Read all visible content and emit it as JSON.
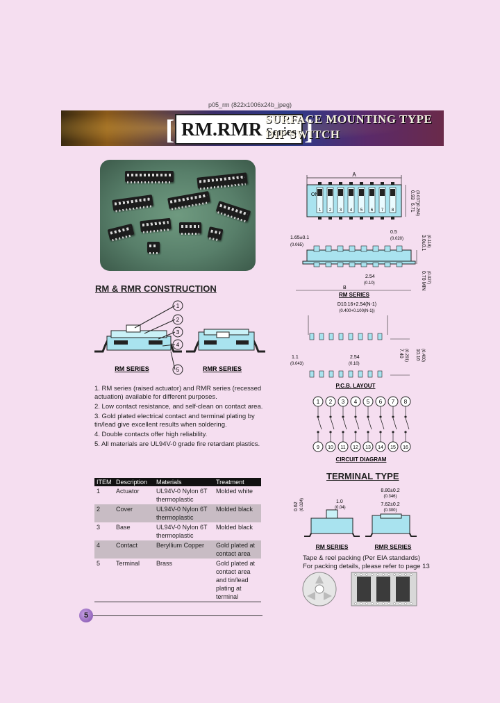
{
  "caption": "p05_rm (822x1006x24b_jpeg)",
  "banner": {
    "series_main": "RM.RMR",
    "series_sub": "Series",
    "title_line1": "SURFACE MOUNTING TYPE",
    "title_line2": "DIP SWITCH"
  },
  "construction": {
    "heading": "RM & RMR CONSTRUCTION",
    "label_rm": "RM SERIES",
    "label_rmr": "RMR SERIES",
    "callouts": [
      "1",
      "2",
      "3",
      "4",
      "5"
    ]
  },
  "features": [
    "1. RM series (raised actuator) and RMR series (recessed actuation) available for different purposes.",
    "2. Low contact resistance, and self-clean on contact area.",
    "3. Gold plated electrical contact and terminal plating by tin/lead give excellent results when soldering.",
    "4. Double contacts offer high reliability.",
    "5. All materials are UL94V-0 grade fire retardant plastics."
  ],
  "spec_table": {
    "headers": [
      "ITEM",
      "Description",
      "Materials",
      "Treatment"
    ],
    "rows": [
      [
        "1",
        "Actuator",
        "UL94V-0 Nylon 6T thermoplastic",
        "Molded white"
      ],
      [
        "2",
        "Cover",
        "UL94V-0 Nylon 6T thermoplastic",
        "Molded black"
      ],
      [
        "3",
        "Base",
        "UL94V-0 Nylon 6T thermoplastic",
        "Molded black"
      ],
      [
        "4",
        "Contact",
        "Beryllium Copper",
        "Gold plated at contact area"
      ],
      [
        "5",
        "Terminal",
        "Brass",
        "Gold plated at contact area and tin/lead plating at terminal"
      ]
    ]
  },
  "dimensions": {
    "top_A": "A",
    "on_label": "ON",
    "right_top": "0.93",
    "right_top_in": "(0.037)",
    "right_mid": "6.71",
    "right_mid_in": "(0.264)",
    "left_w": "1.65±0.1",
    "left_w_in": "(0.065)",
    "pitch_small": "0.5",
    "pitch_small_in": "(0.020)",
    "right_h": "3.0±0.1",
    "right_h_in": "(0.118)",
    "pitch": "2.54",
    "pitch_in": "(0.10)",
    "bottom_B": "B",
    "right_min": "0.70 MIN",
    "right_min_in": "(0.027)",
    "rm_series": "RM SERIES",
    "switch_numbers": [
      "1",
      "2",
      "3",
      "4",
      "5",
      "6",
      "7",
      "8"
    ]
  },
  "pcb": {
    "dim_top": "D10.16+2.54(N-1)",
    "dim_top_in": "(0.400+0.100(N-1))",
    "left": "1.1",
    "left_in": "(0.043)",
    "mid": "2.54",
    "mid_in": "(0.10)",
    "right1": "7.40",
    "right1_in": "(0.291)",
    "right2": "10.16",
    "right2_in": "(0.400)",
    "label": "P.C.B. LAYOUT"
  },
  "circuit": {
    "top": [
      "1",
      "2",
      "3",
      "4",
      "5",
      "6",
      "7",
      "8"
    ],
    "bottom": [
      "9",
      "10",
      "11",
      "12",
      "13",
      "14",
      "15",
      "16"
    ],
    "label": "CIRCUIT DIAGRAM"
  },
  "terminal": {
    "heading": "TERMINAL TYPE",
    "rm_h": "0.62",
    "rm_h_in": "(0.024)",
    "rm_w": "1.0",
    "rm_w_in": "(0.04)",
    "rmr_w1": "8.80±0.2",
    "rmr_w1_in": "(0.346)",
    "rmr_w2": "7.62±0.2",
    "rmr_w2_in": "(0.300)",
    "label_rm": "RM SERIES",
    "label_rmr": "RMR SERIES"
  },
  "packing": [
    "Tape & reel packing (Per EIA standards)",
    "For packing details, please refer to page 13"
  ],
  "page_number": "5",
  "colors": {
    "background": "#f5def0",
    "diagram_fill": "#a9e3ef",
    "heading": "#222222"
  }
}
